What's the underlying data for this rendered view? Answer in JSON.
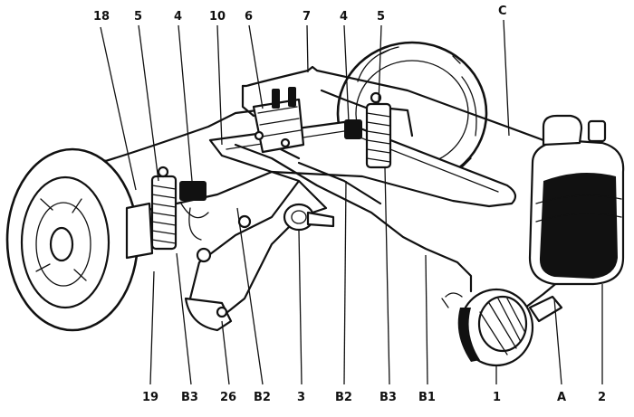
{
  "callouts": {
    "top": [
      "18",
      "5",
      "4",
      "10",
      "6",
      "7",
      "4",
      "5",
      "C"
    ],
    "bottom": [
      "19",
      "B3",
      "26",
      "B2",
      "3",
      "B2",
      "B3",
      "B1",
      "1",
      "A",
      "2"
    ]
  }
}
